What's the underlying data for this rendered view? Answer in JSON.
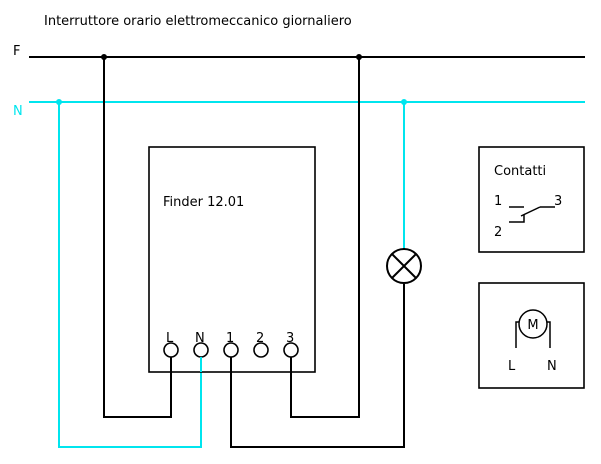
{
  "title": "Interruttore orario elettromeccanico giornaliero",
  "colors": {
    "phase": "#000000",
    "neutral": "#00e5ee",
    "background": "#ffffff"
  },
  "lines": {
    "phase_label": "F",
    "neutral_label": "N"
  },
  "device": {
    "name": "Finder 12.01",
    "terminals": [
      "L",
      "N",
      "1",
      "2",
      "3"
    ]
  },
  "lamp": {
    "icon": "lamp-icon"
  },
  "legend_contacts": {
    "title": "Contatti",
    "labels": [
      "1",
      "2",
      "3"
    ],
    "icon": "changeover-contact-icon"
  },
  "legend_motor": {
    "symbol": "M",
    "labels": [
      "L",
      "N"
    ],
    "icon": "motor-icon"
  }
}
